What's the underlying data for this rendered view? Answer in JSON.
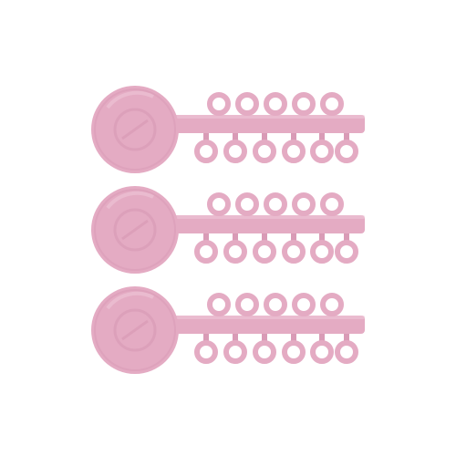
{
  "product": {
    "item_count": 3,
    "ligatures_per_stick": 11,
    "color": "#e4abc3",
    "shade": "#d99bb6",
    "highlight": "#efc6d7",
    "background": "#ffffff",
    "items": [
      {
        "id": "stick-1"
      },
      {
        "id": "stick-2"
      },
      {
        "id": "stick-3"
      }
    ]
  }
}
